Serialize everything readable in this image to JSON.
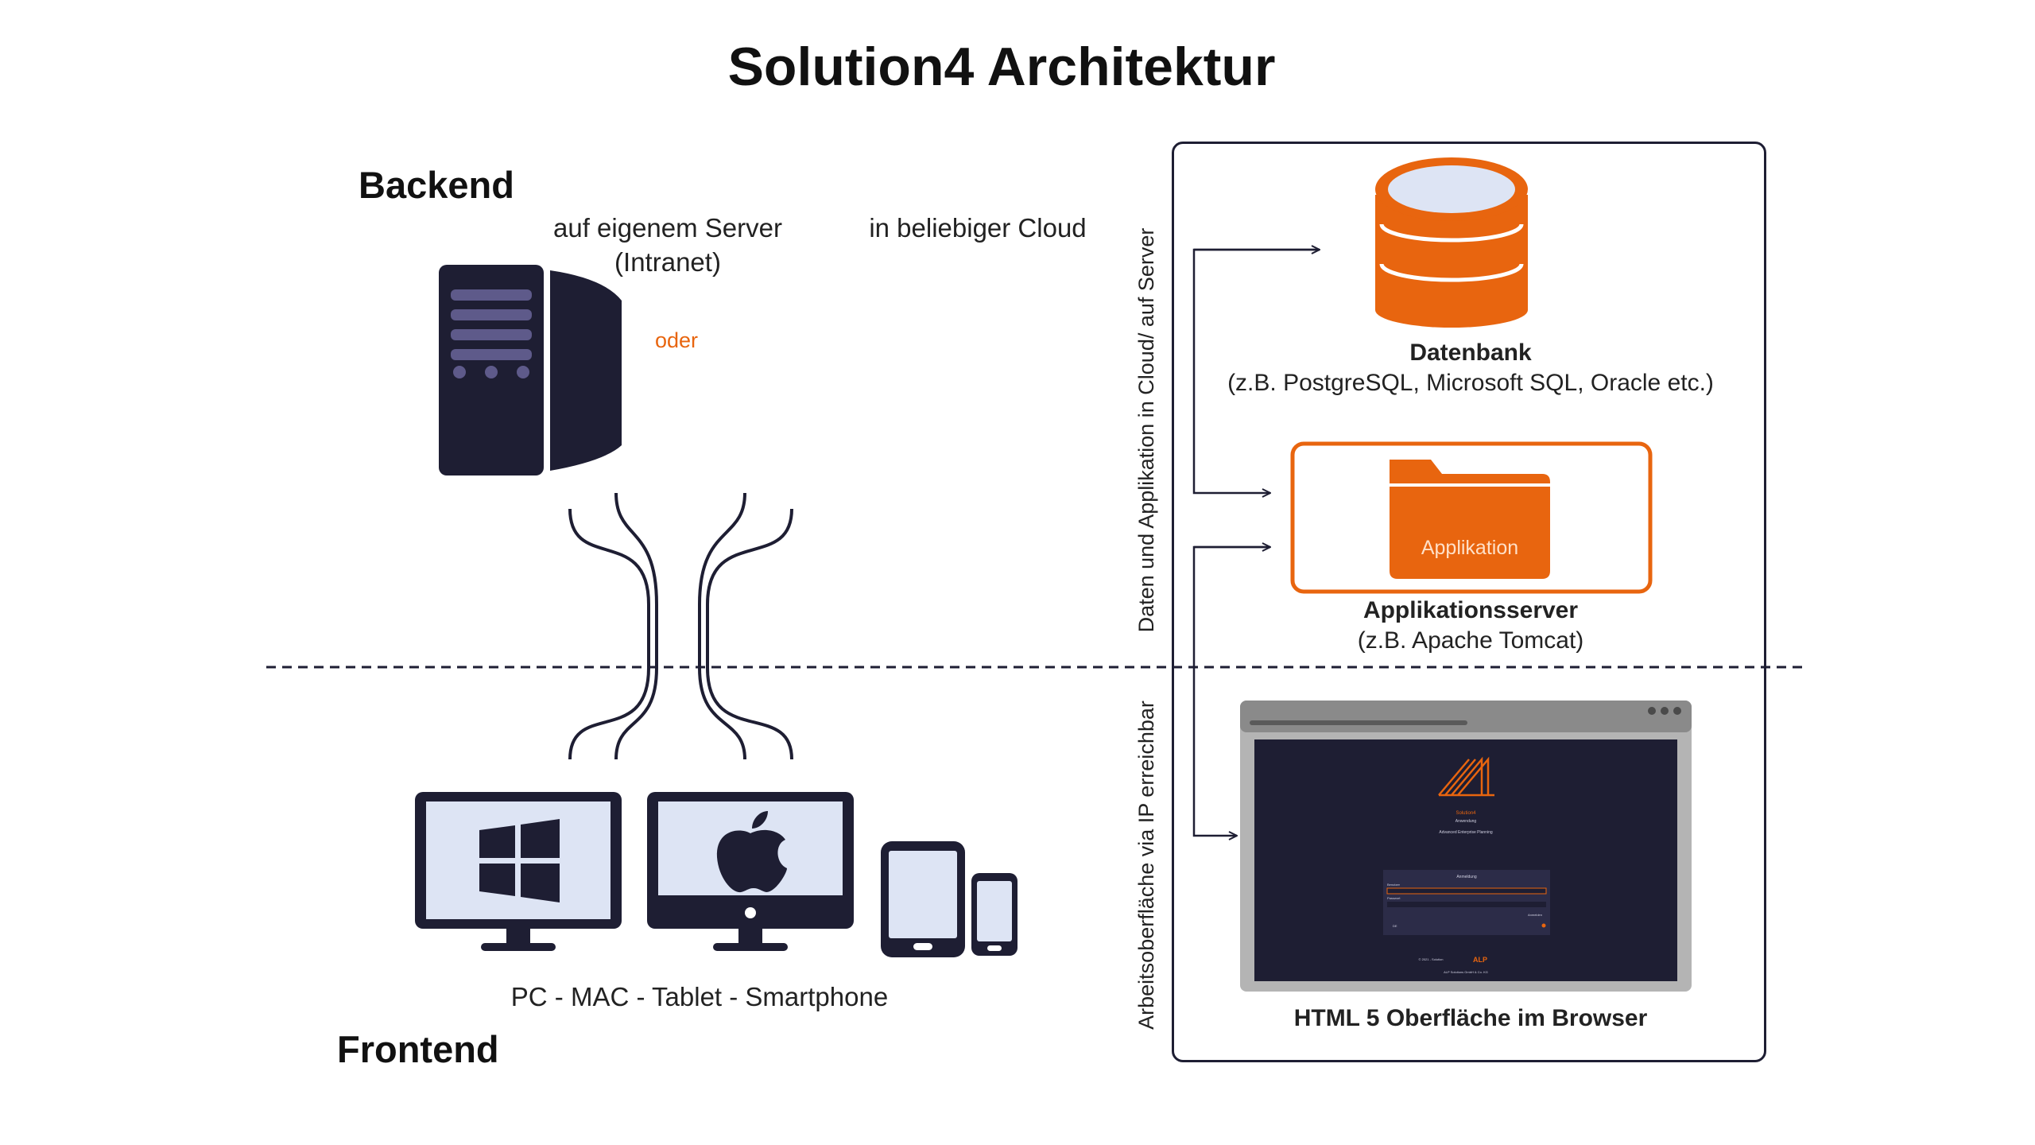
{
  "title": "Solution4 Architektur",
  "backend": {
    "heading": "Backend",
    "option_server": "auf eigenem Server",
    "option_server_sub": "(Intranet)",
    "option_cloud": "in beliebiger Cloud",
    "or_label": "oder"
  },
  "frontend": {
    "heading": "Frontend",
    "devices_label": "PC - MAC - Tablet - Smartphone"
  },
  "panel": {
    "vertical_top": "Daten und Applikation in Cloud/ auf Server",
    "vertical_bottom": "Arbeitsoberfläche via IP erreichbar",
    "database_title": "Datenbank",
    "database_sub": "(z.B. PostgreSQL, Microsoft SQL, Oracle etc.)",
    "folder_label": "Applikation",
    "appserver_title": "Applikationsserver",
    "appserver_sub": "(z.B. Apache Tomcat)",
    "browser_caption": "HTML 5 Oberfläche im Browser"
  },
  "browser_mock": {
    "line1": "Solution4",
    "line2": "Anwendung",
    "line3": "Advanced Enterprise Planning",
    "login_title": "Anmeldung",
    "field1": "Benutzer",
    "field2": "Passwort",
    "button": "Anmelden",
    "lang": "DE",
    "footer_left": "© 2021 - Solution",
    "logo": "ALP",
    "footer_bottom": "ALP Solutions GmbH & Co. KG"
  },
  "colors": {
    "navy": "#1e1e33",
    "orange": "#e8650f",
    "light_blue": "#dde4f4",
    "grey": "#9a9a9a"
  }
}
